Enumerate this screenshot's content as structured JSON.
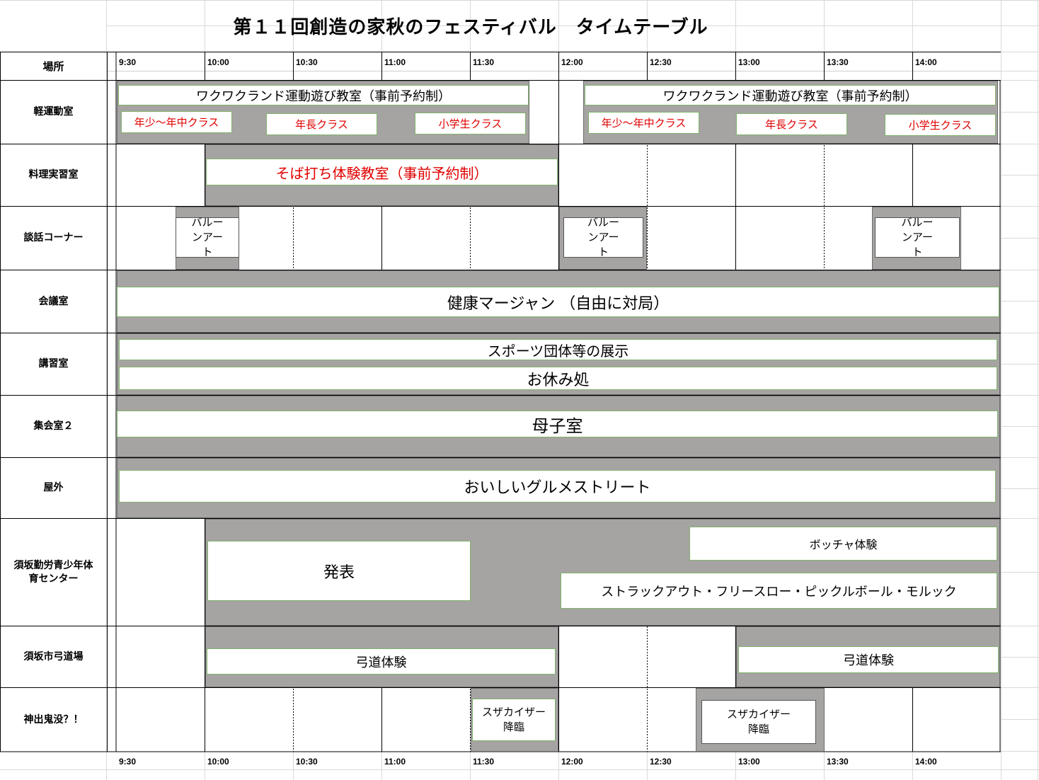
{
  "title": "第１１回創造の家秋のフェスティバル　タイムテーブル",
  "header_label": "場所",
  "times": [
    "9:30",
    "10:00",
    "10:30",
    "11:00",
    "11:30",
    "12:00",
    "12:30",
    "13:00",
    "13:30",
    "14:00"
  ],
  "rooms": [
    "軽運動室",
    "料理実習室",
    "談話コーナー",
    "会議室",
    "講習室",
    "集会室２",
    "屋外",
    "須坂勤労青少年体育センター",
    "須坂市弓道場",
    "神出鬼没？！"
  ],
  "events": {
    "wakuwaku_1": "ワクワクランド運動遊び教室（事前予約制）",
    "wakuwaku_2": "ワクワクランド運動遊び教室（事前予約制）",
    "class_nensho_1": "年少～年中クラス",
    "class_nencho_1": "年長クラス",
    "class_shogaku_1": "小学生クラス",
    "class_nensho_2": "年少～年中クラス",
    "class_nencho_2": "年長クラス",
    "class_shogaku_2": "小学生クラス",
    "soba": "そば打ち体験教室（事前予約制）",
    "balloon_1": "バルーンアート",
    "balloon_2": "バルーンアート",
    "balloon_3": "バルーンアート",
    "mahjong": "健康マージャン （自由に対局）",
    "sports_exhibit": "スポーツ団体等の展示",
    "rest_area": "お休み処",
    "mother_child": "母子室",
    "gourmet": "おいしいグルメストリート",
    "presentation": "発表",
    "boccia": "ボッチャ体験",
    "strike_out": "ストラックアウト・フリースロー・ピックルボール・モルック",
    "kyudo_1": "弓道体験",
    "kyudo_2": "弓道体験",
    "suzakaiser_1": "スザカイザー降臨",
    "suzakaiser_2": "スザカイザー降臨"
  },
  "colors": {
    "shade": "#a6a3a3",
    "green_border": "#7fb46a",
    "red_text": "#e00000"
  }
}
